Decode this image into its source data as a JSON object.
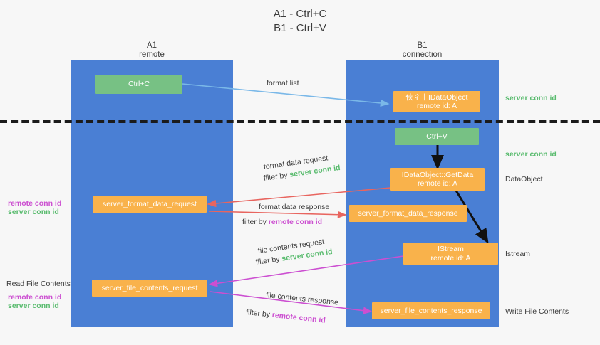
{
  "title": "A1 - Ctrl+C\nB1 - Ctrl+V",
  "lanes": [
    {
      "name": "A1",
      "role": "remote",
      "label": "A1\nremote"
    },
    {
      "name": "B1",
      "role": "connection",
      "label": "B1\nconnection"
    }
  ],
  "boxes": {
    "ctrl_c": "Ctrl+C",
    "ctrl_v": "Ctrl+V",
    "idataobject": "俠彳丨IDataObject\nremote id: A",
    "getdata": "IDataObject::GetData\nremote id: A",
    "istream": "IStream\nremote id: A",
    "server_format_data_request": "server_format_data_request",
    "server_format_data_response": "server_format_data_response",
    "server_file_contents_request": "server_file_contents_request",
    "server_file_contents_response": "server_file_contents_response"
  },
  "edge_labels": {
    "format_list": "format list",
    "format_data_request": "format data request",
    "format_data_request_filter_prefix": "filter by ",
    "format_data_request_filter_key": "server conn id",
    "format_data_response": "format data response",
    "format_data_response_filter_prefix": "filter by ",
    "format_data_response_filter_key": "remote conn id",
    "file_contents_request": "file contents request",
    "file_contents_request_filter_prefix": "filter by ",
    "file_contents_request_filter_key": "server conn id",
    "file_contents_response": "file contents response",
    "file_contents_response_filter_prefix": "filter by ",
    "file_contents_response_filter_key": "remote conn id"
  },
  "right_labels": {
    "server_conn_id_top": "server conn id",
    "server_conn_id_mid": "server conn id",
    "dataobject": "DataObject",
    "istream": "Istream",
    "write_file_contents": "Write File Contents"
  },
  "left_labels": {
    "remote_conn_id_1": "remote conn id",
    "server_conn_id_1": "server conn id",
    "read_file_contents": "Read File Contents",
    "remote_conn_id_2": "remote conn id",
    "server_conn_id_2": "server conn id"
  },
  "colors": {
    "lane": "#4a7fd4",
    "green_box": "#77c184",
    "orange_box": "#f9b24b",
    "green_text": "#59bb6e",
    "pink_text": "#cc4fd1",
    "blue_arrow": "#7ab8e8",
    "red_arrow": "#e8655f",
    "pink_arrow": "#cc4fd1",
    "black_arrow": "#111111",
    "background": "#f7f7f7"
  }
}
